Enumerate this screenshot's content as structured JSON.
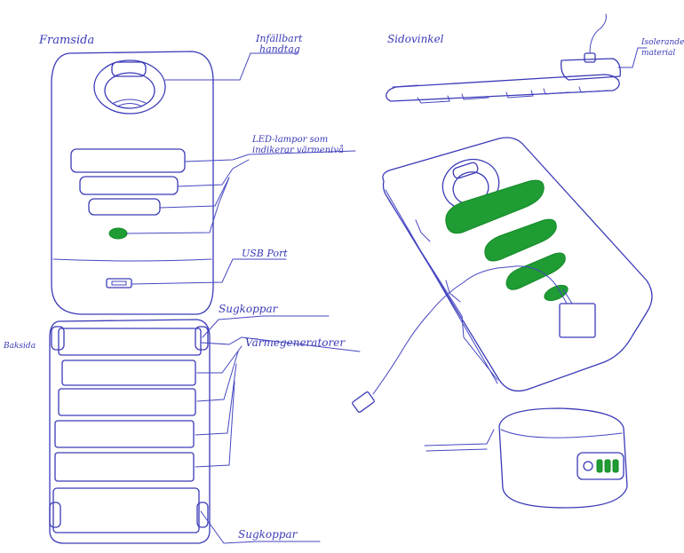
{
  "views": {
    "front": "Framsida",
    "back": "Baksida",
    "side": "Sidovinkel"
  },
  "labels": {
    "handle_line1": "Infällbart",
    "handle_line2": "handtag",
    "led_line1": "LED-lampor som",
    "led_line2": "indikerar värmenivå",
    "usb": "USB Port",
    "suction_top": "Sugkoppar",
    "heaters": "Värmegeneratorer",
    "suction_bottom": "Sugkoppar",
    "insulation_line1": "Isolerande",
    "insulation_line2": "material"
  },
  "colors": {
    "ink": "#3a3ab8",
    "led_green": "#1f9c33"
  }
}
